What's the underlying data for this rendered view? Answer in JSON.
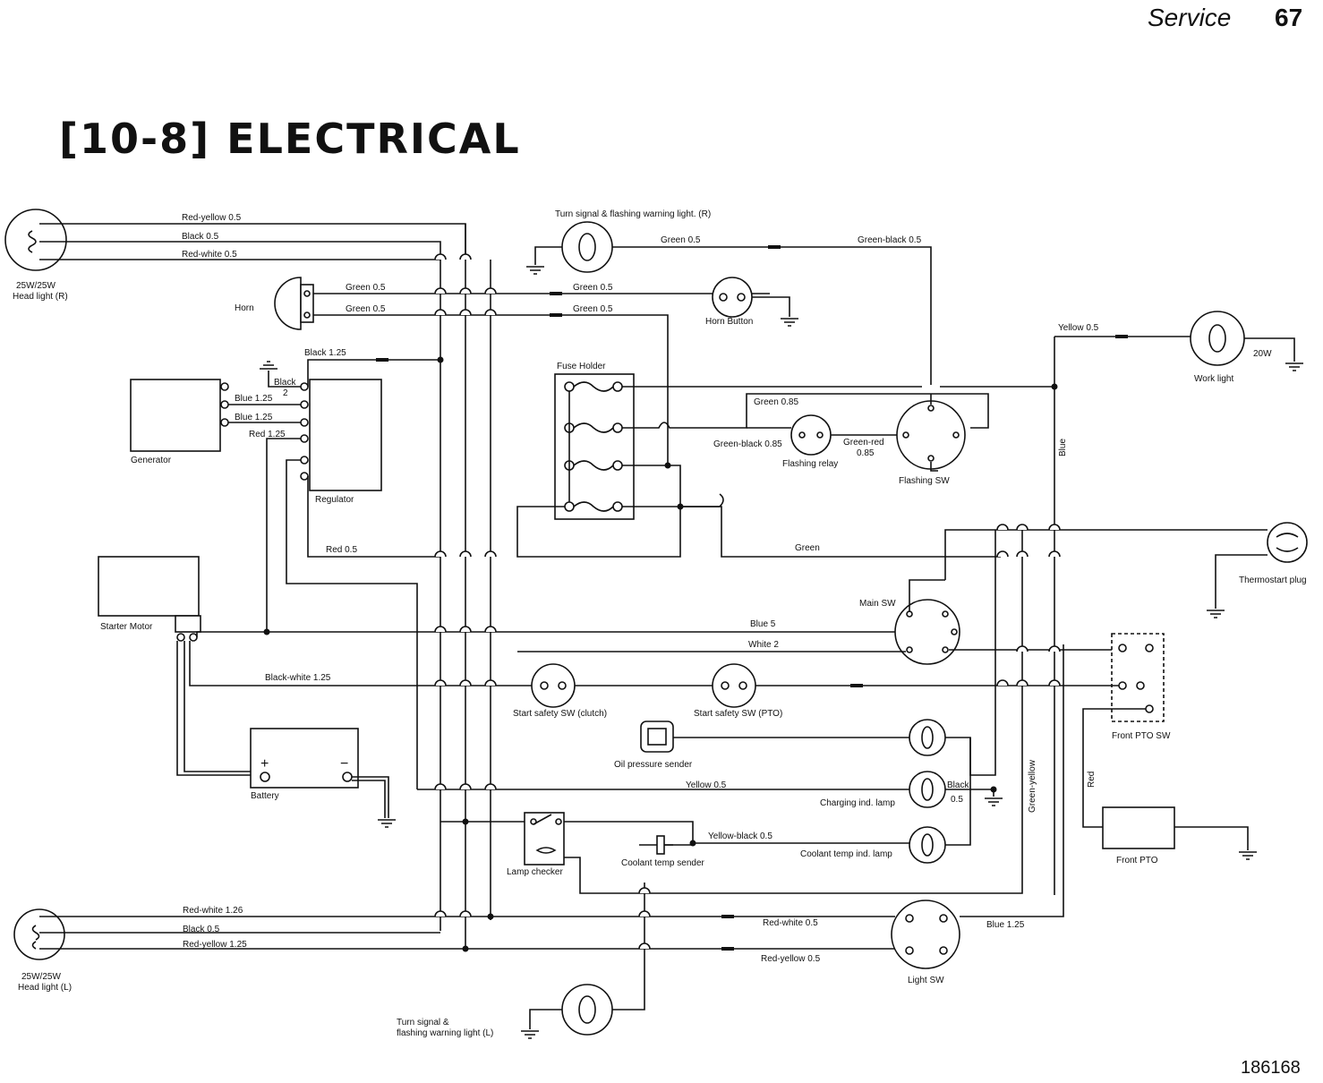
{
  "header": {
    "service": "Service",
    "page": "67"
  },
  "title": "[10-8] ELECTRICAL",
  "figure_number": "186168",
  "components": {
    "head_light_r": {
      "rating": "25W/25W",
      "label": "Head light (R)"
    },
    "head_light_l": {
      "rating": "25W/25W",
      "label": "Head light (L)"
    },
    "horn": "Horn",
    "horn_button": "Horn Button",
    "generator": "Generator",
    "regulator": "Regulator",
    "starter_motor": "Starter Motor",
    "battery": {
      "label": "Battery",
      "plus": "+",
      "minus": "−"
    },
    "fuse_holder": "Fuse Holder",
    "flashing_relay": "Flashing relay",
    "flashing_sw": "Flashing SW",
    "turn_signal_r": "Turn signal & flashing warning light. (R)",
    "turn_signal_l_line1": "Turn signal &",
    "turn_signal_l_line2": "flashing warning light (L)",
    "work_light": {
      "label": "Work light",
      "rating": "20W"
    },
    "thermostart_plug": "Thermostart plug",
    "main_sw": "Main SW",
    "front_pto_sw": "Front PTO SW",
    "front_pto": "Front PTO",
    "start_safety_clutch": "Start safety SW (clutch)",
    "start_safety_pto": "Start safety SW (PTO)",
    "oil_pressure_sender": "Oil pressure sender",
    "charging_lamp": "Charging ind. lamp",
    "coolant_temp_lamp": "Coolant temp ind. lamp",
    "coolant_temp_sender": "Coolant temp sender",
    "lamp_checker": "Lamp checker",
    "light_sw": "Light SW"
  },
  "wires": {
    "red_yellow_05": "Red-yellow 0.5",
    "black_05_top": "Black 0.5",
    "red_white_05_top": "Red-white 0.5",
    "horn_green_1": "Green 0.5",
    "horn_green_2": "Green 0.5",
    "horn_btn_green_1": "Green 0.5",
    "horn_btn_green_2": "Green 0.5",
    "turn_r_green": "Green 0.5",
    "green_black_05": "Green-black 0.5",
    "yellow_05_work": "Yellow 0.5",
    "black_125": "Black 1.25",
    "black_2_a": "Black",
    "black_2_b": "2",
    "blue_125_a": "Blue 1.25",
    "blue_125_b": "Blue 1.25",
    "red_125": "Red 1.25",
    "green_085": "Green 0.85",
    "green_black_085": "Green-black 0.85",
    "green_red_a": "Green-red",
    "green_red_b": "0.85",
    "blue_vertical": "Blue",
    "red_05": "Red 0.5",
    "green": "Green",
    "blue_5": "Blue 5",
    "white_2": "White 2",
    "black_white_125": "Black-white 1.25",
    "yellow_05_charge": "Yellow 0.5",
    "black_05_a": "Black",
    "black_05_b": "0.5",
    "green_yellow": "Green-yellow",
    "red_vertical": "Red",
    "yellow_black_05": "Yellow-black 0.5",
    "red_white_126": "Red-white 1.26",
    "black_05_bottom": "Black 0.5",
    "red_yellow_125": "Red-yellow 1.25",
    "red_white_05_bottom": "Red-white 0.5",
    "red_yellow_05_bottom": "Red-yellow 0.5",
    "blue_125_light": "Blue 1.25"
  }
}
